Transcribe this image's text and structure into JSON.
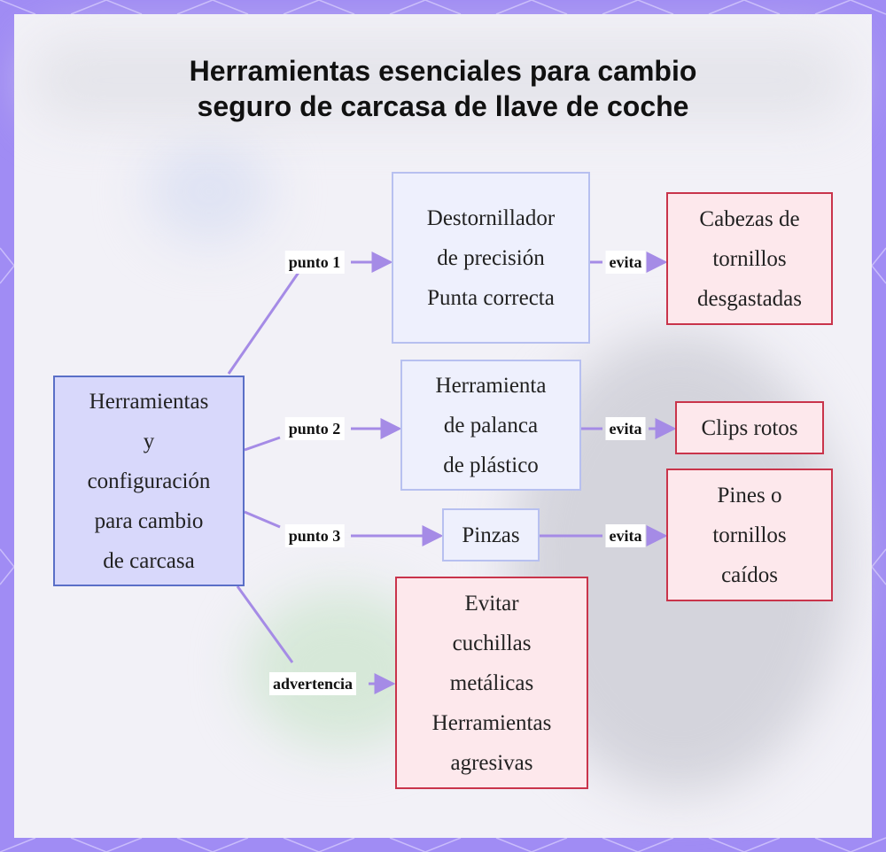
{
  "title": {
    "line1": "Herramientas esenciales para cambio",
    "line2": "seguro de carcasa de llave de coche"
  },
  "colors": {
    "frame": "#a08cf4",
    "edge": "#a58be6",
    "root_fill": "#d8d8fb",
    "root_border": "#5a6fc7",
    "tool_fill": "#eef0fd",
    "tool_border": "#b7c0f0",
    "risk_fill": "#fde8ec",
    "risk_border": "#c9344b"
  },
  "root": {
    "lines": [
      "Herramientas",
      "y",
      "configuración",
      "para cambio",
      "de carcasa"
    ]
  },
  "tools": [
    {
      "lines": [
        "Destornillador",
        "de precisión",
        "Punta correcta"
      ]
    },
    {
      "lines": [
        "Herramienta",
        "de palanca",
        "de plástico"
      ]
    },
    {
      "lines": [
        "Pinzas"
      ]
    }
  ],
  "risks": [
    {
      "lines": [
        "Cabezas de",
        "tornillos",
        "desgastadas"
      ]
    },
    {
      "lines": [
        "Clips rotos"
      ]
    },
    {
      "lines": [
        "Pines o",
        "tornillos",
        "caídos"
      ]
    }
  ],
  "warning": {
    "lines": [
      "Evitar",
      "cuchillas",
      "metálicas",
      "Herramientas",
      "agresivas"
    ]
  },
  "edge_labels": {
    "step1": "punto 1",
    "step2": "punto 2",
    "step3": "punto 3",
    "warning": "advertencia",
    "avoids1": "evita",
    "avoids2": "evita",
    "avoids3": "evita"
  }
}
